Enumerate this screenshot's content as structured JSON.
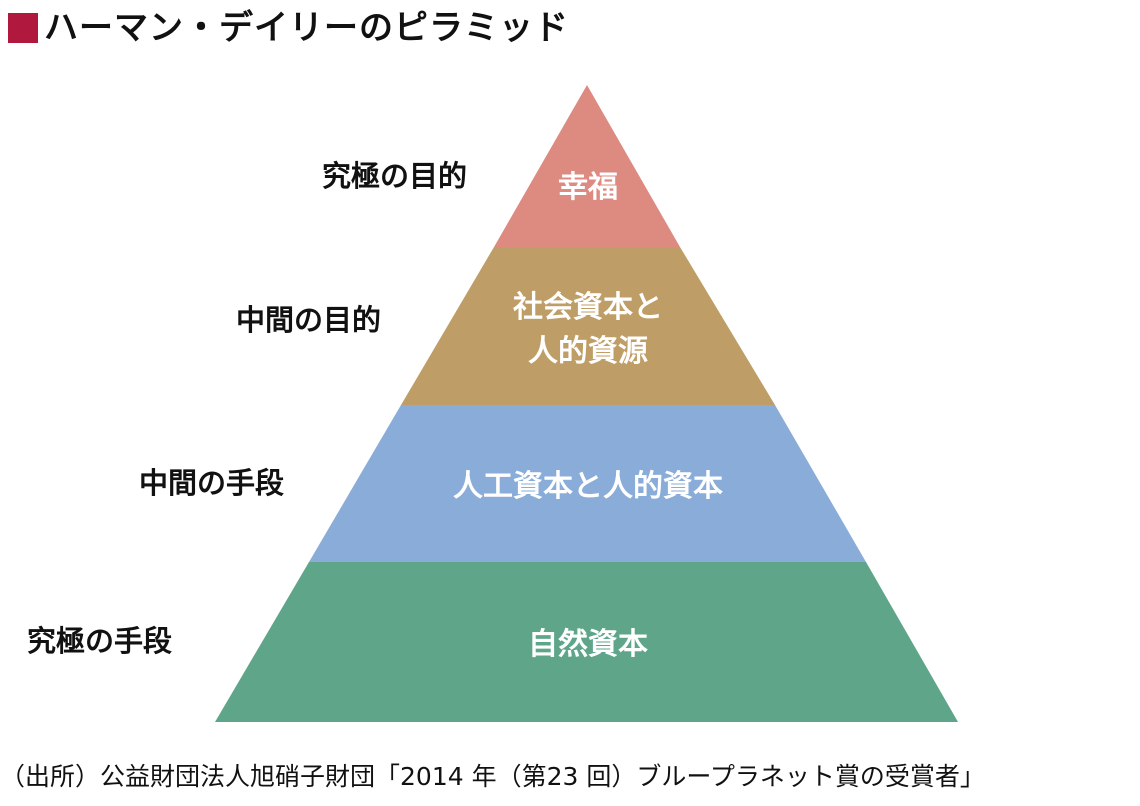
{
  "title": "ハーマン・デイリーのピラミッド",
  "colors": {
    "title_marker": "#b0183d",
    "tier_top": "#dd8a80",
    "tier_upper_mid": "#bf9d66",
    "tier_lower_mid": "#8aacd8",
    "tier_bottom": "#5ea58a",
    "tier_text": "#ffffff"
  },
  "levels": [
    {
      "label": "究極の目的",
      "tier_text": [
        "幸福"
      ]
    },
    {
      "label": "中間の目的",
      "tier_text": [
        "社会資本と",
        "人的資源"
      ]
    },
    {
      "label": "中間の手段",
      "tier_text": [
        "人工資本と人的資本"
      ]
    },
    {
      "label": "究極の手段",
      "tier_text": [
        "自然資本"
      ]
    }
  ],
  "source": "（出所）公益財団法人旭硝子財団「2014 年（第23 回）ブループラネット賞の受賞者」"
}
